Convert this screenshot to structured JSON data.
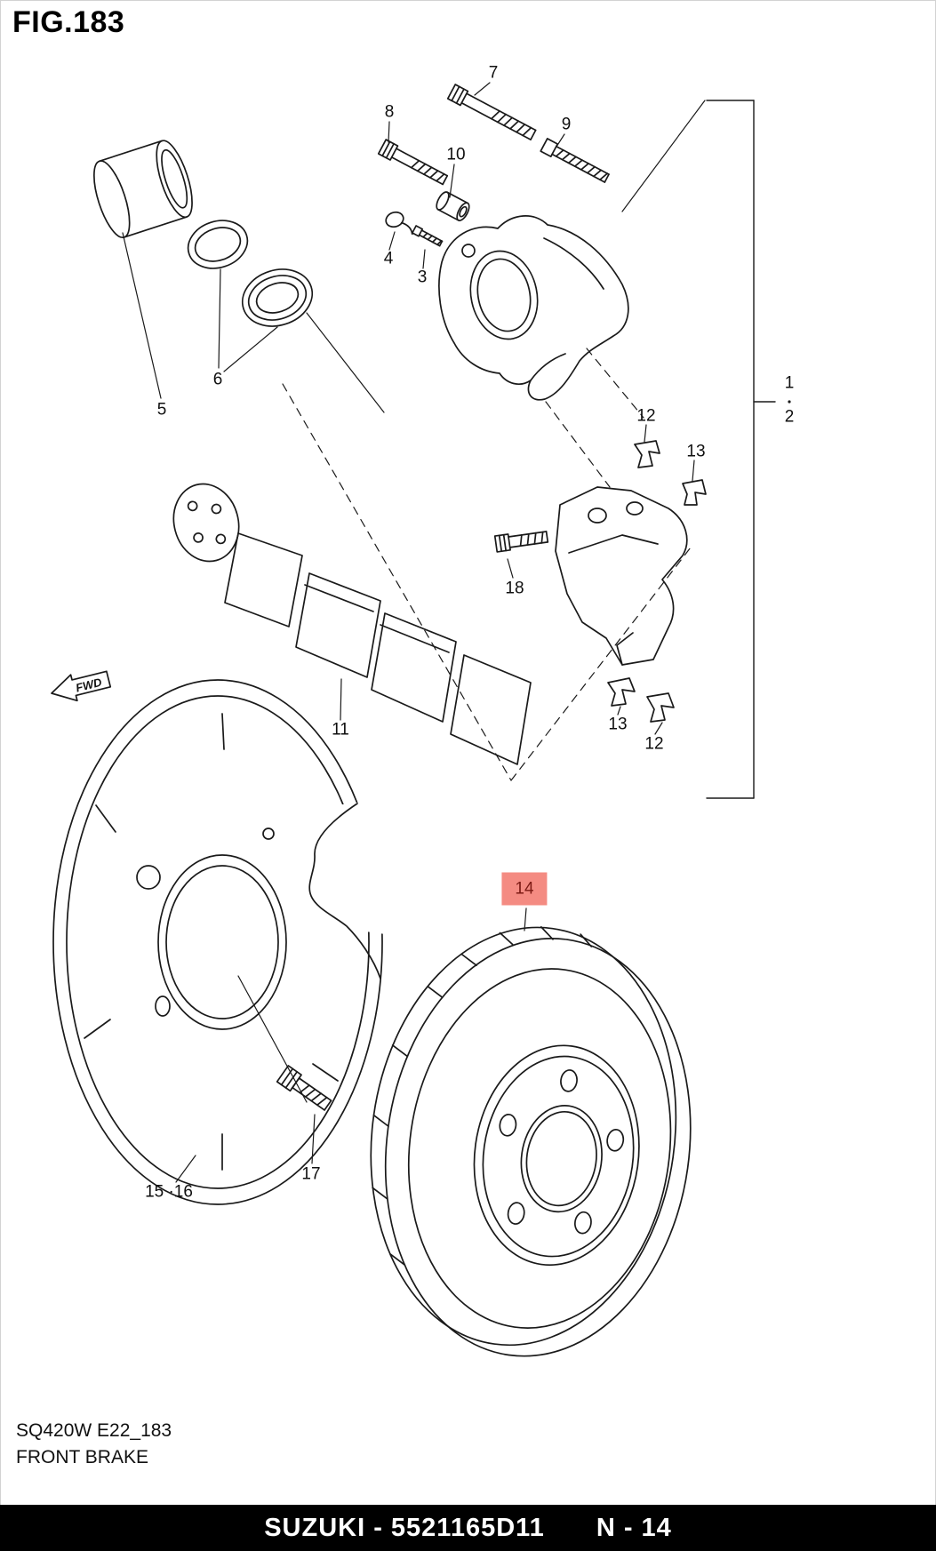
{
  "figure": {
    "title": "FIG.183",
    "code_line": "SQ420W E22_183",
    "name_line": "FRONT BRAKE",
    "fwd_label": "FWD"
  },
  "footer": {
    "text_left": "SUZUKI - 5521165D11",
    "text_right": "N - 14"
  },
  "colors": {
    "line": "#1a1a1a",
    "highlight_bg": "#f48b82",
    "highlight_text": "#7c1a14",
    "footer_bg": "#000000",
    "footer_text": "#ffffff"
  },
  "callouts": [
    {
      "label": "7"
    },
    {
      "label": "8"
    },
    {
      "label": "9"
    },
    {
      "label": "10"
    },
    {
      "label": "4"
    },
    {
      "label": "3"
    },
    {
      "label": "5"
    },
    {
      "label": "6"
    },
    {
      "label": "1"
    },
    {
      "label": "2"
    },
    {
      "label": "12"
    },
    {
      "label": "13"
    },
    {
      "label": "18"
    },
    {
      "label": "11"
    },
    {
      "label": "13"
    },
    {
      "label": "12"
    },
    {
      "label": "14",
      "highlighted": true
    },
    {
      "label": "15 ·16"
    },
    {
      "label": "17"
    }
  ]
}
